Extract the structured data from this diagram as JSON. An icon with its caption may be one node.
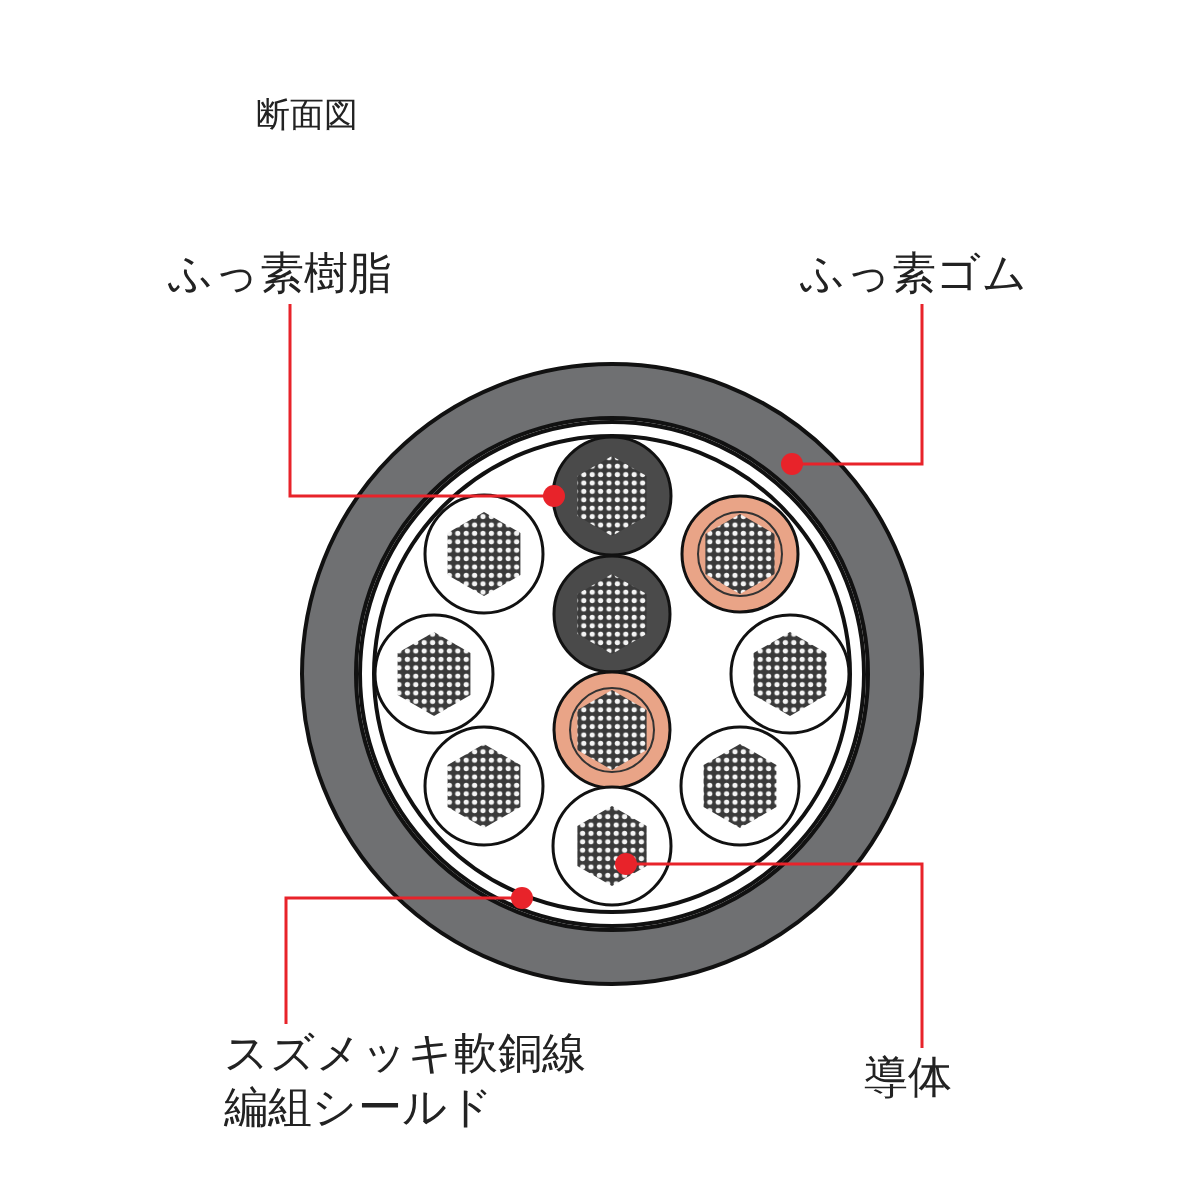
{
  "diagram": {
    "title": "断面図",
    "nodes": [
      {
        "text": [
          "ふっ素樹脂"
        ]
      },
      {
        "text": [
          "ふっ素ゴム"
        ]
      },
      {
        "text": [],
        "shape": "circle",
        "in": 4
      },
      {
        "text": [],
        "shape": "circle"
      },
      {
        "text": [],
        "shape": "circle",
        "in": 3
      },
      {
        "text": [],
        "shape": "hexagon",
        "in": 4
      },
      {
        "text": [
          "スズメッキ軟銅線編組シールド"
        ]
      },
      {
        "text": [
          "導体"
        ]
      }
    ],
    "edges": [
      {
        "from": 0,
        "to": 2,
        "arrow": "other"
      },
      {
        "from": 1,
        "to": 3,
        "arrow": "other"
      },
      {
        "from": 6,
        "to": 4,
        "arrow": "other"
      },
      {
        "from": 7,
        "to": 5,
        "arrow": "other"
      }
    ]
  }
}
